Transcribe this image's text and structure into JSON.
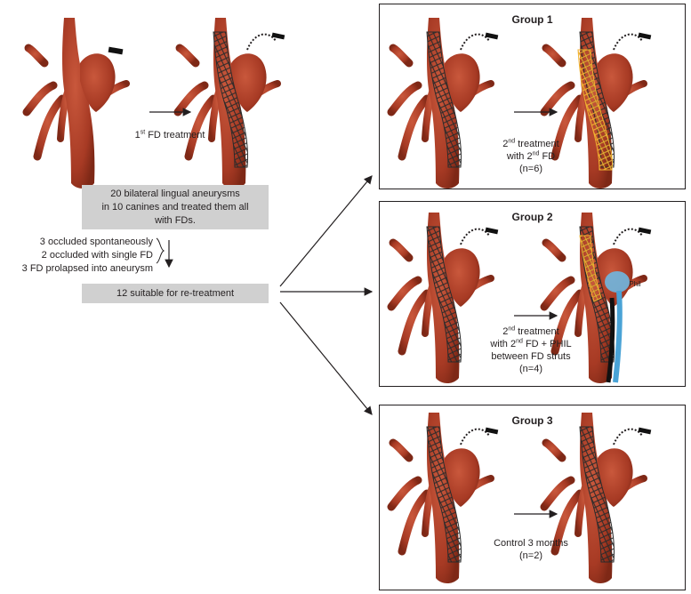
{
  "step1": {
    "ord": "1",
    "ord_sup": "st",
    "rest": " FD treatment"
  },
  "summary": {
    "lines": [
      "20 bilateral lingual aneurysms",
      "in 10 canines and treated them all",
      "with FDs."
    ]
  },
  "exclusions": [
    "3 occluded spontaneously",
    "2 occluded with single FD",
    "3 FD prolapsed into aneurysm"
  ],
  "retreat": "12 suitable for re-treatment",
  "groups": [
    {
      "title": "Group 1",
      "caption": {
        "l1a": "2",
        "l1sup": "nd",
        "l1b": " treatment",
        "l2a": "with 2",
        "l2sup": "nd",
        "l2b": " FD",
        "n": "(n=6)"
      }
    },
    {
      "title": "Group 2",
      "caption": {
        "l1a": "2",
        "l1sup": "nd",
        "l1b": " treatment",
        "l2a": "with 2",
        "l2sup": "nd",
        "l2b": " FD + PHIL",
        "l3": "between FD struts",
        "n": "(n=4)"
      },
      "phil": "Phil"
    },
    {
      "title": "Group 3",
      "caption": {
        "l1": "Control 3 months",
        "n": "(n=2)"
      }
    }
  ],
  "colors": {
    "vessel": "#b5412a",
    "vessel_dark": "#8e2f1c",
    "stent": "#2b2b2b",
    "stent2": "#f0b230",
    "phil": "#6fb7e0",
    "grey_box": "#d0d0d0"
  }
}
